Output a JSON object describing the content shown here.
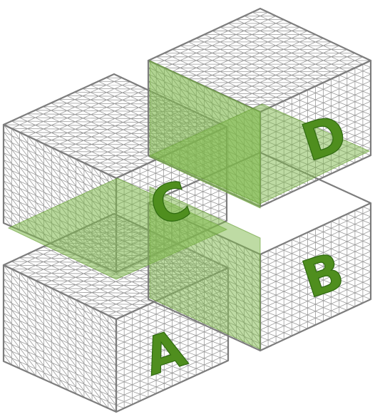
{
  "diagram": {
    "labels": {
      "a": "A",
      "b": "B",
      "c": "C",
      "d": "D"
    },
    "colors": {
      "background": "#ffffff",
      "mesh": "#9a9a9a",
      "mesh_edge": "#7d7d7d",
      "panel_fill": "#7db84a",
      "letter": "#4f8e1e"
    }
  }
}
